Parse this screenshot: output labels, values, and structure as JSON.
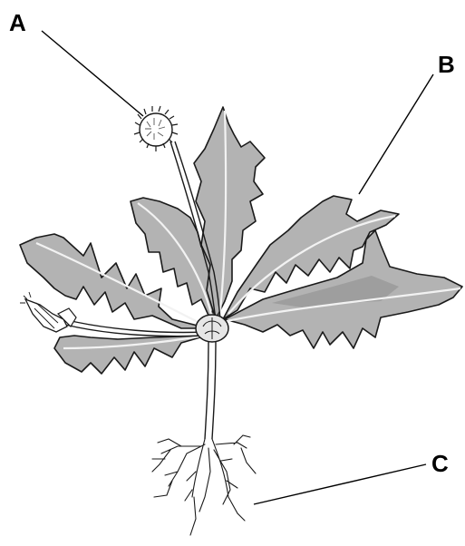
{
  "labels": {
    "a": "A",
    "b": "B",
    "c": "C"
  },
  "colors": {
    "leaf_fill": "#b3b3b3",
    "leaf_shadow": "#8f8f8f",
    "outline": "#1a1a1a",
    "background": "#ffffff"
  }
}
